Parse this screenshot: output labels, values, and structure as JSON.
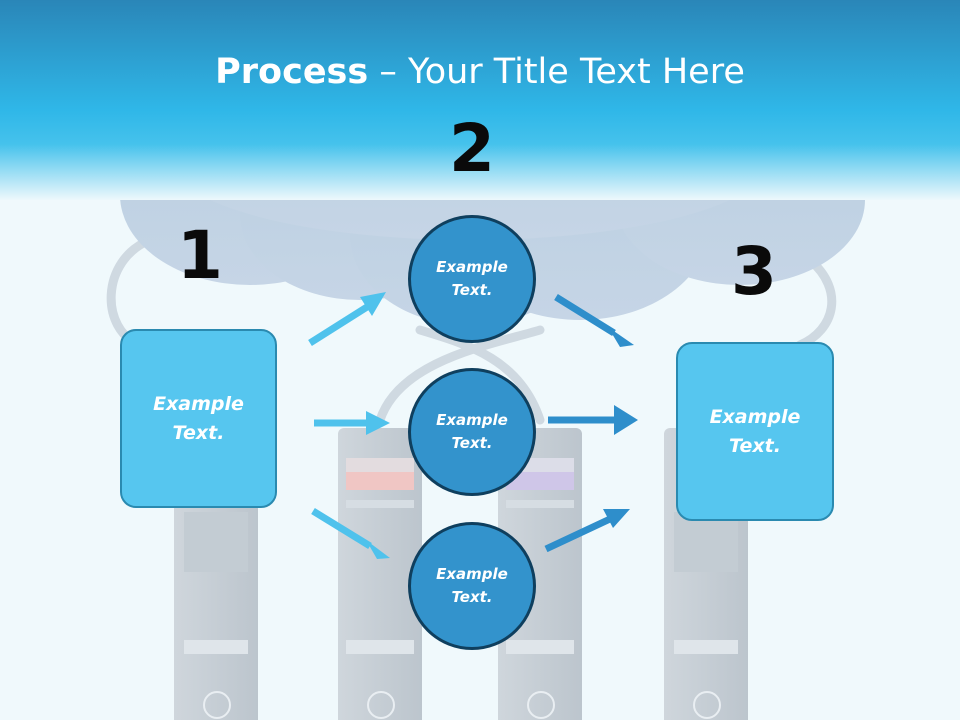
{
  "title": {
    "strong": "Process",
    "rest": " – Your Title Text Here"
  },
  "steps": [
    {
      "number": "1",
      "text": "Example\nText."
    },
    {
      "number": "2",
      "nodes": [
        "Example\nText.",
        "Example\nText.",
        "Example\nText."
      ]
    },
    {
      "number": "3",
      "text": "Example\nText."
    }
  ],
  "colors": {
    "banner": "#2aaee2",
    "box_fill": "#56c6ef",
    "circle_fill": "#3393cc",
    "arrow_light": "#4fc2ec",
    "arrow_dark": "#2e8ecb"
  }
}
